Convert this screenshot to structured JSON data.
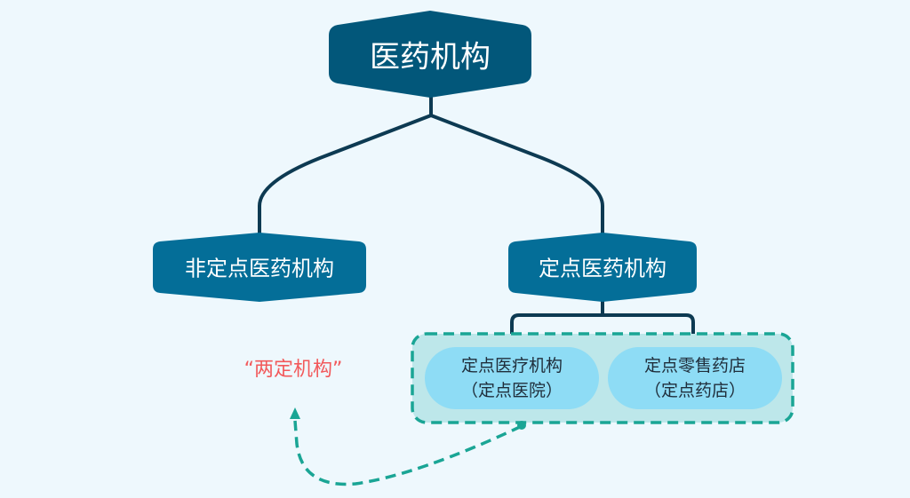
{
  "diagram": {
    "root": {
      "label": "医药机构"
    },
    "children": [
      {
        "label": "非定点医药机构"
      },
      {
        "label": "定点医药机构"
      }
    ],
    "group": {
      "items": [
        {
          "line1": "定点医疗机构",
          "line2": "（定点医院）"
        },
        {
          "line1": "定点零售药店",
          "line2": "（定点药店）"
        }
      ]
    },
    "annotation": {
      "label": "“两定机构”"
    },
    "colors": {
      "root_fill": "#02577a",
      "child_fill": "#046e98",
      "connector": "#0d3a52",
      "group_fill": "#bde7ea",
      "group_border": "#1aa595",
      "leaf_fill": "#8edcf5",
      "annotation_text": "#f2595b",
      "background": "#eef8fd"
    }
  }
}
